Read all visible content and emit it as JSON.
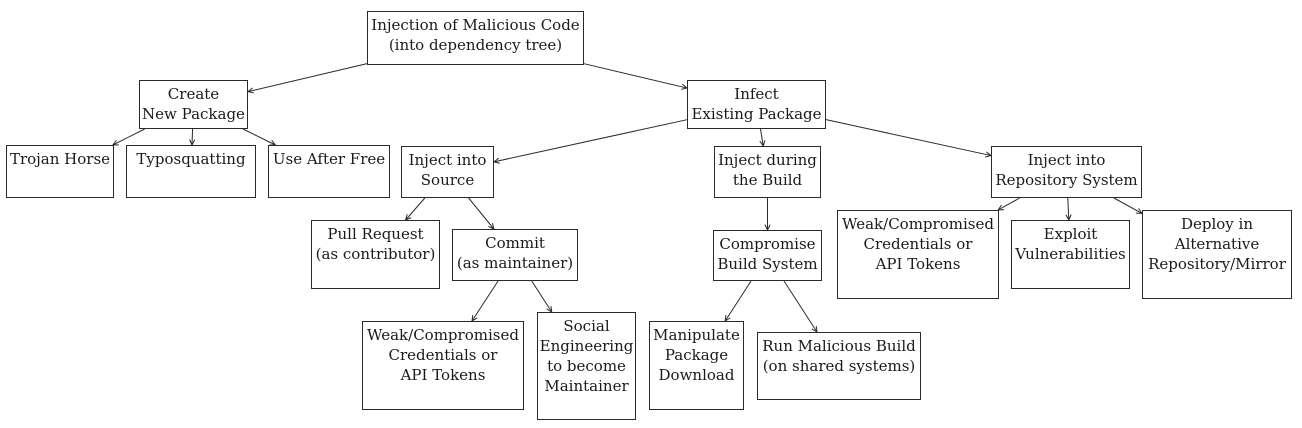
{
  "nodes": {
    "root": [
      "Injection of Malicious Code",
      "(into dependency tree)"
    ],
    "create_new_package": [
      "Create",
      "New Package"
    ],
    "infect_existing_package": [
      "Infect",
      "Existing Package"
    ],
    "trojan_horse": [
      "Trojan Horse"
    ],
    "typosquatting": [
      "Typosquatting"
    ],
    "use_after_free": [
      "Use After Free"
    ],
    "inject_into_source": [
      "Inject into",
      "Source"
    ],
    "inject_during_build": [
      "Inject during",
      "the Build"
    ],
    "inject_into_repository": [
      "Inject into",
      "Repository System"
    ],
    "pull_request": [
      "Pull Request",
      "(as contributor)"
    ],
    "commit": [
      "Commit",
      "(as maintainer)"
    ],
    "commit_weak_credentials": [
      "Weak/Compromised",
      "Credentials or",
      "API Tokens"
    ],
    "social_engineering": [
      "Social",
      "Engineering",
      "to become",
      "Maintainer"
    ],
    "compromise_build_system": [
      "Compromise",
      "Build System"
    ],
    "manipulate_package_download": [
      "Manipulate",
      "Package",
      "Download"
    ],
    "run_malicious_build": [
      "Run Malicious Build",
      "(on shared systems)"
    ],
    "repo_weak_credentials": [
      "Weak/Compromised",
      "Credentials or",
      "API Tokens"
    ],
    "exploit_vulnerabilities": [
      "Exploit",
      "Vulnerabilities"
    ],
    "deploy_alternative_repository": [
      "Deploy in",
      "Alternative",
      "Repository/Mirror"
    ]
  },
  "edges": [
    [
      "root",
      "create_new_package"
    ],
    [
      "root",
      "infect_existing_package"
    ],
    [
      "create_new_package",
      "trojan_horse"
    ],
    [
      "create_new_package",
      "typosquatting"
    ],
    [
      "create_new_package",
      "use_after_free"
    ],
    [
      "infect_existing_package",
      "inject_into_source"
    ],
    [
      "infect_existing_package",
      "inject_during_build"
    ],
    [
      "infect_existing_package",
      "inject_into_repository"
    ],
    [
      "inject_into_source",
      "pull_request"
    ],
    [
      "inject_into_source",
      "commit"
    ],
    [
      "commit",
      "commit_weak_credentials"
    ],
    [
      "commit",
      "social_engineering"
    ],
    [
      "inject_during_build",
      "compromise_build_system"
    ],
    [
      "compromise_build_system",
      "manipulate_package_download"
    ],
    [
      "compromise_build_system",
      "run_malicious_build"
    ],
    [
      "inject_into_repository",
      "repo_weak_credentials"
    ],
    [
      "inject_into_repository",
      "exploit_vulnerabilities"
    ],
    [
      "inject_into_repository",
      "deploy_alternative_repository"
    ]
  ]
}
